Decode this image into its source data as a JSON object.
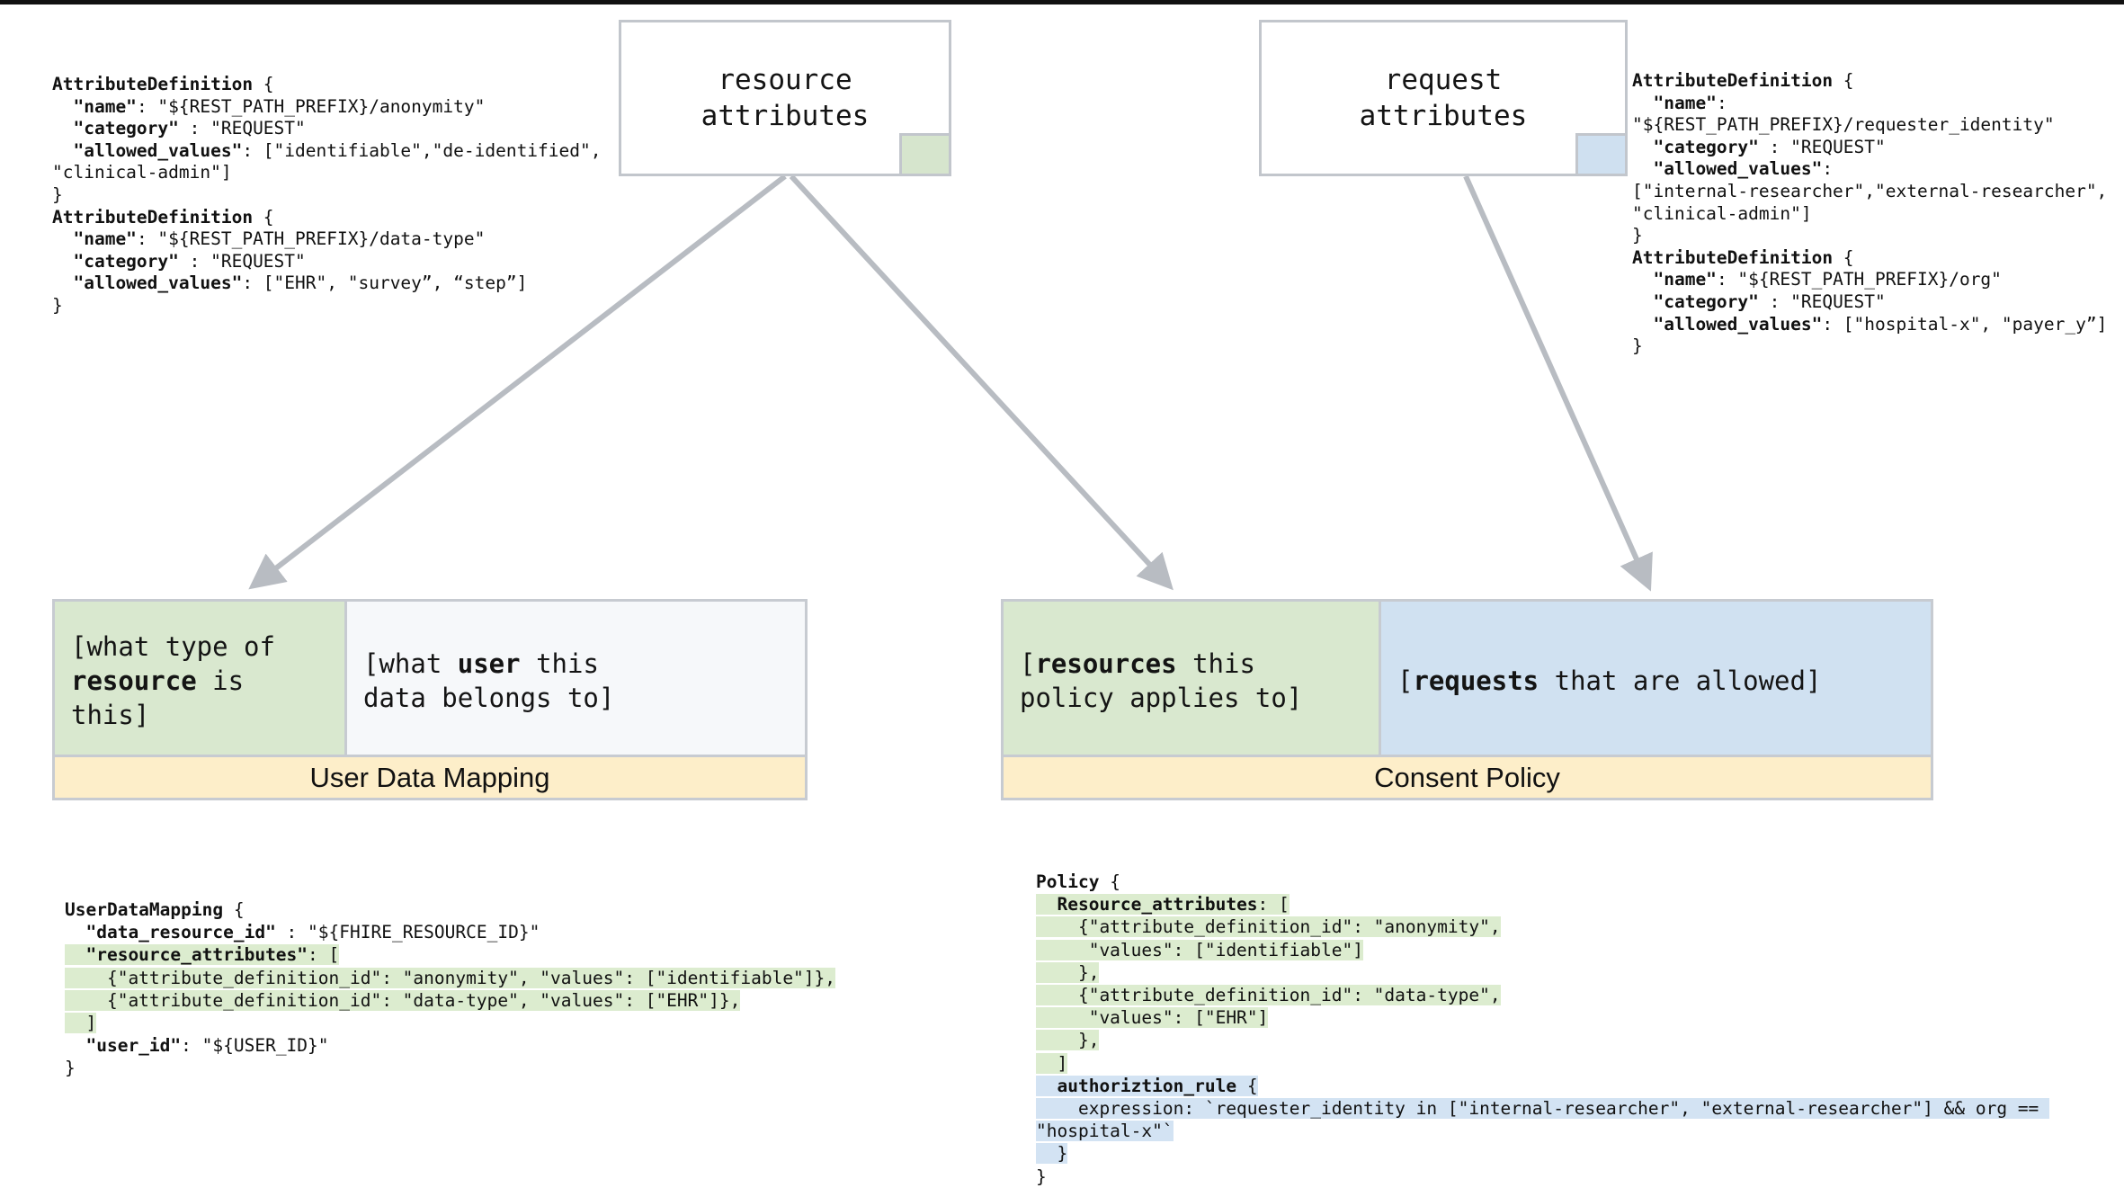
{
  "diagram": {
    "title": "Attribute-based consent policy model",
    "colors": {
      "green_fill": "#d9e8cf",
      "blue_fill": "#d0e1f1",
      "label_fill": "#fdeec9",
      "border": "#c7cbd1",
      "arrow": "#b8bcc2",
      "code_text": "#111111",
      "highlight_green": "#dceccf",
      "highlight_blue": "#d3e3f3"
    }
  },
  "top_boxes": [
    {
      "id": "resource-attributes",
      "label": "resource\nattributes",
      "swatch_color": "#d6e5cd"
    },
    {
      "id": "request-attributes",
      "label": "request\nattributes",
      "swatch_color": "#cfe0f0"
    }
  ],
  "attribute_definitions_left": [
    {
      "line": "AttributeDefinition {",
      "bold_prefix": "AttributeDefinition"
    },
    {
      "key": "\"name\"",
      "rest": ": \"${REST_PATH_PREFIX}/anonymity\""
    },
    {
      "key": "\"category\"",
      "rest": " : \"REQUEST\""
    },
    {
      "key": "\"allowed_values\"",
      "rest": ": [\"identifiable\",\"de-identified\","
    },
    {
      "line": "\"clinical-admin\"]"
    },
    {
      "line": "}"
    },
    {
      "line": "AttributeDefinition {",
      "bold_prefix": "AttributeDefinition"
    },
    {
      "key": "\"name\"",
      "rest": ": \"${REST_PATH_PREFIX}/data-type\""
    },
    {
      "key": "\"category\"",
      "rest": " : \"REQUEST\""
    },
    {
      "key": "\"allowed_values\"",
      "rest": ": [\"EHR\", \"survey”, “step”]"
    },
    {
      "line": "}"
    }
  ],
  "attribute_definitions_right": [
    {
      "line": "AttributeDefinition {",
      "bold_prefix": "AttributeDefinition"
    },
    {
      "key": "\"name\"",
      "rest": ":"
    },
    {
      "line": "\"${REST_PATH_PREFIX}/requester_identity\""
    },
    {
      "key": "\"category\"",
      "rest": " : \"REQUEST\""
    },
    {
      "key": "\"allowed_values\"",
      "rest": ":"
    },
    {
      "line": "[\"internal-researcher\",\"external-researcher\","
    },
    {
      "line": "\"clinical-admin\"]"
    },
    {
      "line": "}"
    },
    {
      "line": "AttributeDefinition {",
      "bold_prefix": "AttributeDefinition"
    },
    {
      "key": "\"name\"",
      "rest": ": \"${REST_PATH_PREFIX}/org\""
    },
    {
      "key": "\"category\"",
      "rest": " : \"REQUEST\""
    },
    {
      "key": "\"allowed_values\"",
      "rest": ": [\"hospital-x\", \"payer_y”]"
    },
    {
      "line": "}"
    }
  ],
  "entities": [
    {
      "id": "user-data-mapping",
      "label": "User Data Mapping",
      "cells": [
        {
          "fill": "green",
          "prefix": "[what type of\n",
          "bold": "resource",
          "suffix": " is this]"
        },
        {
          "fill": "white",
          "prefix": "[what ",
          "bold": "user",
          "suffix": " this\ndata belongs to]"
        }
      ]
    },
    {
      "id": "consent-policy",
      "label": "Consent Policy",
      "cells": [
        {
          "fill": "green",
          "prefix": "[",
          "bold": "resources",
          "suffix": " this\npolicy applies to]"
        },
        {
          "fill": "blue",
          "prefix": "[",
          "bold": "requests",
          "suffix": " that are allowed]"
        }
      ]
    }
  ],
  "user_data_mapping_code": [
    {
      "hl": "none",
      "key": "UserDataMapping",
      "rest": " {"
    },
    {
      "hl": "none",
      "indent": 2,
      "key": "\"data_resource_id\"",
      "rest": " : \"${FHIRE_RESOURCE_ID}\""
    },
    {
      "hl": "green",
      "indent": 2,
      "key": "\"resource_attributes\"",
      "rest": ": ["
    },
    {
      "hl": "green",
      "indent": 4,
      "rest": "{\"attribute_definition_id\": \"anonymity\", \"values\": [\"identifiable\"]},"
    },
    {
      "hl": "green",
      "indent": 4,
      "rest": "{\"attribute_definition_id\": \"data-type\", \"values\": [\"EHR\"]},"
    },
    {
      "hl": "green",
      "indent": 2,
      "rest": "]"
    },
    {
      "hl": "none",
      "indent": 2,
      "key": "\"user_id\"",
      "rest": ": \"${USER_ID}\""
    },
    {
      "hl": "none",
      "rest": "}"
    }
  ],
  "policy_code": [
    {
      "hl": "none",
      "key": "Policy",
      "rest": " {"
    },
    {
      "hl": "green",
      "indent": 2,
      "key": "Resource_attributes",
      "rest": ": ["
    },
    {
      "hl": "green",
      "indent": 4,
      "rest": "{\"attribute_definition_id\": \"anonymity\","
    },
    {
      "hl": "green",
      "indent": 5,
      "rest": "\"values\": [\"identifiable\"]"
    },
    {
      "hl": "green",
      "indent": 4,
      "rest": "},"
    },
    {
      "hl": "green",
      "indent": 4,
      "rest": "{\"attribute_definition_id\": \"data-type\","
    },
    {
      "hl": "green",
      "indent": 5,
      "rest": "\"values\": [\"EHR\"]"
    },
    {
      "hl": "green",
      "indent": 4,
      "rest": "},"
    },
    {
      "hl": "green",
      "indent": 2,
      "rest": "]"
    },
    {
      "hl": "blue",
      "indent": 2,
      "key": "authoriztion_rule",
      "rest": " {"
    },
    {
      "hl": "blue",
      "indent": 4,
      "rest": "expression: `requester_identity in [\"internal-researcher\", \"external-researcher\"] && org == \"hospital-x\"`"
    },
    {
      "hl": "blue",
      "indent": 2,
      "rest": "}"
    },
    {
      "hl": "none",
      "rest": "}"
    }
  ],
  "arrows": [
    {
      "from": "resource-attributes",
      "to": "user-data-mapping-resource-cell"
    },
    {
      "from": "resource-attributes",
      "to": "consent-policy-resource-cell"
    },
    {
      "from": "request-attributes",
      "to": "consent-policy-request-cell"
    }
  ]
}
